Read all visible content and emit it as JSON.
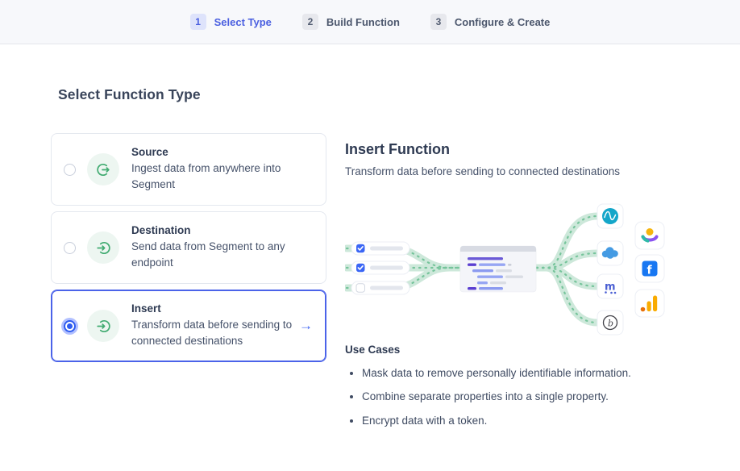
{
  "stepper": {
    "steps": [
      {
        "number": "1",
        "label": "Select Type",
        "state": "active"
      },
      {
        "number": "2",
        "label": "Build Function",
        "state": "upcoming"
      },
      {
        "number": "3",
        "label": "Configure & Create",
        "state": "upcoming"
      }
    ]
  },
  "page": {
    "heading": "Select Function Type"
  },
  "options": [
    {
      "title": "Source",
      "description": "Ingest data from anywhere into Segment",
      "selected": false,
      "icon": "arrow-out-of-circle-icon"
    },
    {
      "title": "Destination",
      "description": "Send data from Segment to any endpoint",
      "selected": false,
      "icon": "arrow-into-circle-icon"
    },
    {
      "title": "Insert",
      "description": "Transform data before sending to connected destinations",
      "selected": true,
      "icon": "arrow-into-circle-icon"
    }
  ],
  "detail": {
    "title": "Insert Function",
    "subtitle": "Transform data before sending to connected destinations",
    "use_cases_title": "Use Cases",
    "use_cases": [
      "Mask data to remove personally identifiable information.",
      "Combine separate properties into a single property.",
      "Encrypt data with a token."
    ],
    "illustration": {
      "description": "Events with checkboxes flow through a code block and fan out to destination tool logos",
      "destination_logos": [
        "amplitude",
        "salesforce",
        "mixpanel",
        "braze",
        "heap",
        "facebook",
        "google-analytics"
      ]
    }
  },
  "colors": {
    "accent_blue": "#4a5fe0",
    "radio_blue": "#2d5bf0",
    "selected_border": "#4b63e9",
    "green_icon": "#41ab71",
    "green_icon_bg": "#edf6f1",
    "green_track": "#cde8da",
    "green_track_dash": "#76c49b",
    "header_bg": "#f7f8fb",
    "header_border": "#e4e6ec",
    "card_border": "#e4e8ef",
    "heading_text": "#39445a",
    "body_text": "#46526a"
  }
}
